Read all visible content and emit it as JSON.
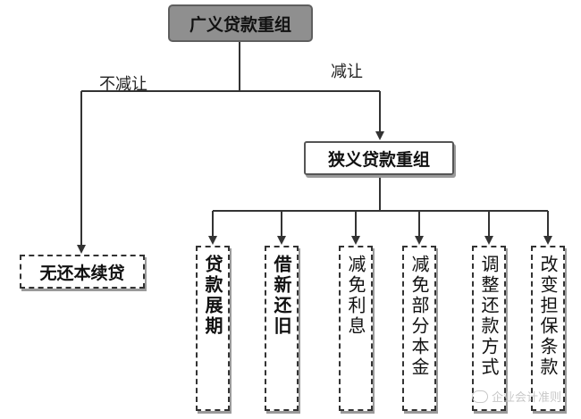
{
  "diagram": {
    "root": "广义贷款重组",
    "narrow": "狭义贷款重组",
    "label_no_reduce": "不减让",
    "label_reduce": "减让",
    "no_reduce_target": "无还本续贷",
    "measures": [
      {
        "label": "贷款展期",
        "bold": true
      },
      {
        "label": "借新还旧",
        "bold": true
      },
      {
        "label": "减免利息",
        "bold": false
      },
      {
        "label": "减免部分本金",
        "bold": false
      },
      {
        "label": "调整还款方式",
        "bold": false
      },
      {
        "label": "改变担保条款",
        "bold": false
      }
    ]
  },
  "watermark": "企业会计准则"
}
